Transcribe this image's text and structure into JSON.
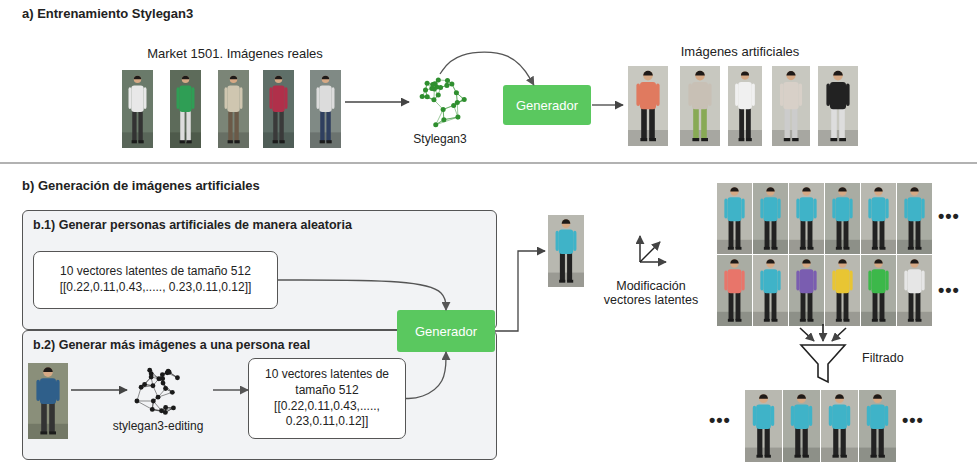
{
  "diagram": {
    "nodes": [
      {
        "text": [
          "Stylegan3"
        ]
      },
      {
        "text": [
          "Generador"
        ]
      },
      {
        "text": [
          "b.1) Generar personas artificiales de manera aleatoria"
        ]
      },
      {
        "text": [
          "10 vectores latentes de tamaño 512 [[0.22,0.11,0.43,....., 0.23,0.11,0.12]]"
        ],
        "in": 2
      },
      {
        "text": [
          "b.2) Generar más imágenes a una persona real"
        ]
      },
      {
        "text": [
          "stylegan3-editing"
        ],
        "in": 4
      },
      {
        "text": [
          "10 vectores latentes de tamaño 512 [[0.22,0.11,0.43,....., 0.23,0.11,0.12]]"
        ],
        "in": 4
      },
      {
        "text": [
          "Generador"
        ]
      }
    ],
    "edges": [
      {
        "from": 0,
        "to": 1,
        "arrow": "to"
      },
      {
        "from": 3,
        "to": 7,
        "arrow": "to"
      },
      {
        "from": 5,
        "to": 6,
        "arrow": "to"
      },
      {
        "from": 6,
        "to": 7,
        "arrow": "to"
      }
    ],
    "labels": [
      "a) Entrenamiento Stylegan3",
      "Market 1501. Imágenes reales",
      "Imágenes artificiales",
      "b) Generación de imágenes artificiales",
      "Modificación vectores latentes",
      "•••",
      "•••",
      "Filtrado",
      "•••",
      "•••"
    ]
  }
}
